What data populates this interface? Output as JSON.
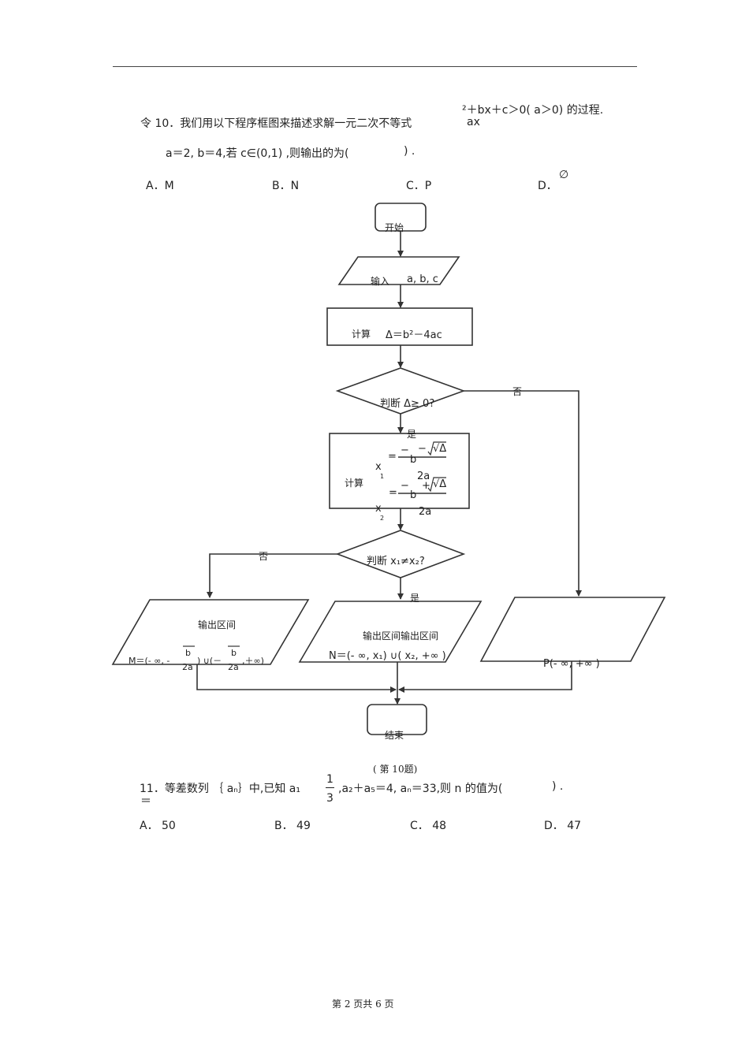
{
  "q10": {
    "number": "令 10．我们用以下程序框图来描述求解一元二次不等式",
    "ineq": "²＋bx＋c＞0( a＞0) 的过程.",
    "ineq_var": "ax",
    "line2": "a＝2, b＝4,若  c∈(0,1) ,则输出的为(",
    "line2_end": ") .",
    "options": {
      "a": "A．M",
      "b": "B．N",
      "c": "C．P",
      "d": "D．",
      "d_symbol": "∅"
    }
  },
  "flow": {
    "start": "开始",
    "input_label": "输入",
    "input_vars": "a, b, c",
    "compute_label": "计算",
    "compute_expr": "Δ＝b²－4ac",
    "judge1": "判断 Δ≥  0?",
    "no1": "否",
    "yes1": "是",
    "compute2_label": "计算",
    "x1": "x",
    "x1_sub": "1",
    "x2": "x",
    "x2_sub": "2",
    "eq": "=",
    "minus": "−",
    "sqrt_delta": "√Δ",
    "frac_b": "b",
    "frac_2a": "2a",
    "judge2": "判断  x₁≠x₂?",
    "no2": "否",
    "yes2": "是",
    "out_m_title": "输出区间",
    "out_m_expr_a": "M＝(- ∞, -",
    "out_m_expr_b": ") ∪(－",
    "out_m_expr_c": ",＋∞)",
    "out_n_title": "输出区间输出区间",
    "out_n_expr": "N＝(-  ∞, x₁) ∪( x₂, +∞ )",
    "out_p_expr": "P(- ∞, +∞ )",
    "end": "结束",
    "caption": "( 第 10题)"
  },
  "q11": {
    "text_a": "11．等差数列 ｛ aₙ｝中,已知  a₁",
    "eq_sign": "＝",
    "frac_num": "1",
    "frac_den": "3",
    "text_b": ",a₂＋a₅＝4, aₙ＝33,则 n 的值为(",
    "text_end": ") .",
    "options": {
      "a": "A． 50",
      "b": "B． 49",
      "c": "C． 48",
      "d": "D． 47"
    }
  },
  "footer": "第  2 页共  6 页"
}
